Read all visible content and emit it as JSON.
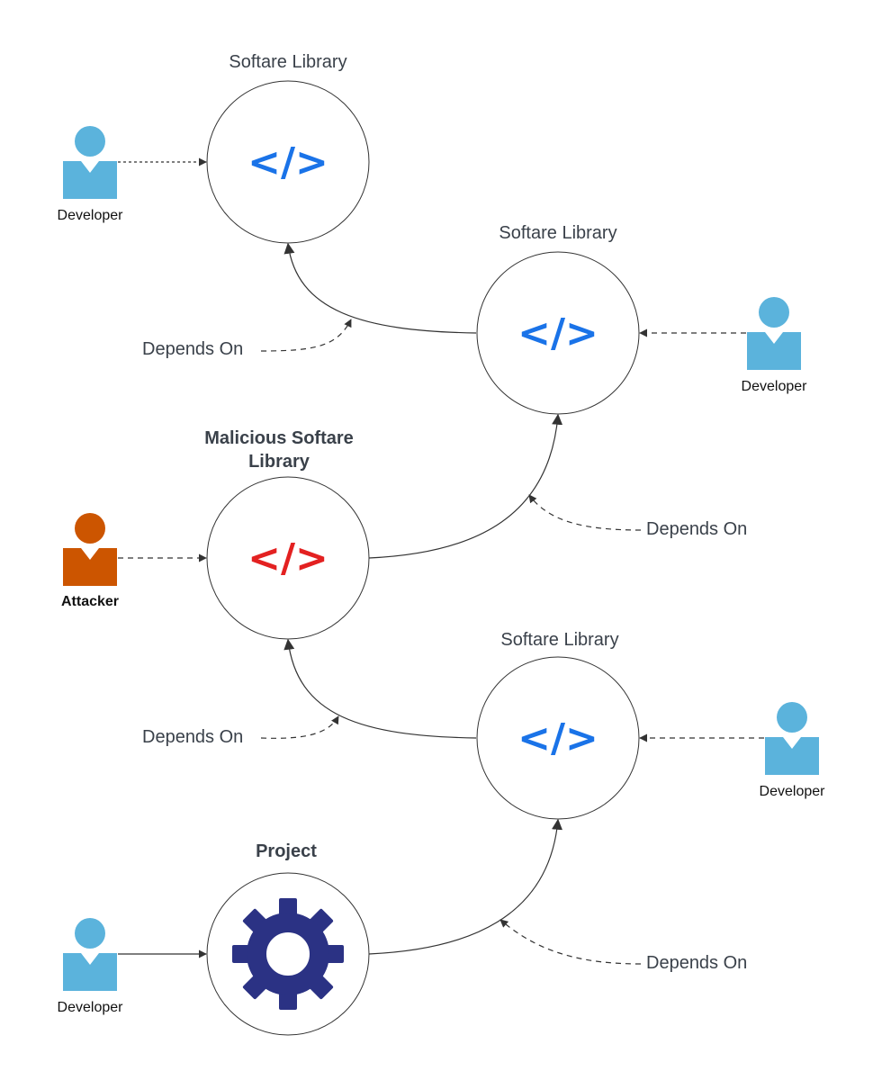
{
  "colors": {
    "code_icon": "#1a73e8",
    "malicious_code_icon": "#e32121",
    "person": "#5bb3dc",
    "attacker": "#cc5500",
    "gear": "#2b3284",
    "line": "#333333",
    "text": "#3a414a"
  },
  "nodes": {
    "lib_top": {
      "title": "Softare Library",
      "icon_text": "</>",
      "icon": "code-icon"
    },
    "lib_right_1": {
      "title": "Softare Library",
      "icon_text": "</>",
      "icon": "code-icon"
    },
    "malicious": {
      "title_line1": "Malicious Softare",
      "title_line2": "Library",
      "icon_text": "</>",
      "icon": "code-icon"
    },
    "lib_right_2": {
      "title": "Softare Library",
      "icon_text": "</>",
      "icon": "code-icon"
    },
    "project": {
      "title": "Project",
      "icon": "gear-icon"
    }
  },
  "actors": {
    "dev_top": {
      "label": "Developer",
      "icon": "person-icon"
    },
    "dev_right_1": {
      "label": "Developer",
      "icon": "person-icon"
    },
    "attacker": {
      "label": "Attacker",
      "icon": "person-icon"
    },
    "dev_right_2": {
      "label": "Developer",
      "icon": "person-icon"
    },
    "dev_bottom": {
      "label": "Developer",
      "icon": "person-icon"
    }
  },
  "edge_labels": {
    "depends_1": "Depends On",
    "depends_2": "Depends On",
    "depends_3": "Depends On",
    "depends_4": "Depends On"
  }
}
